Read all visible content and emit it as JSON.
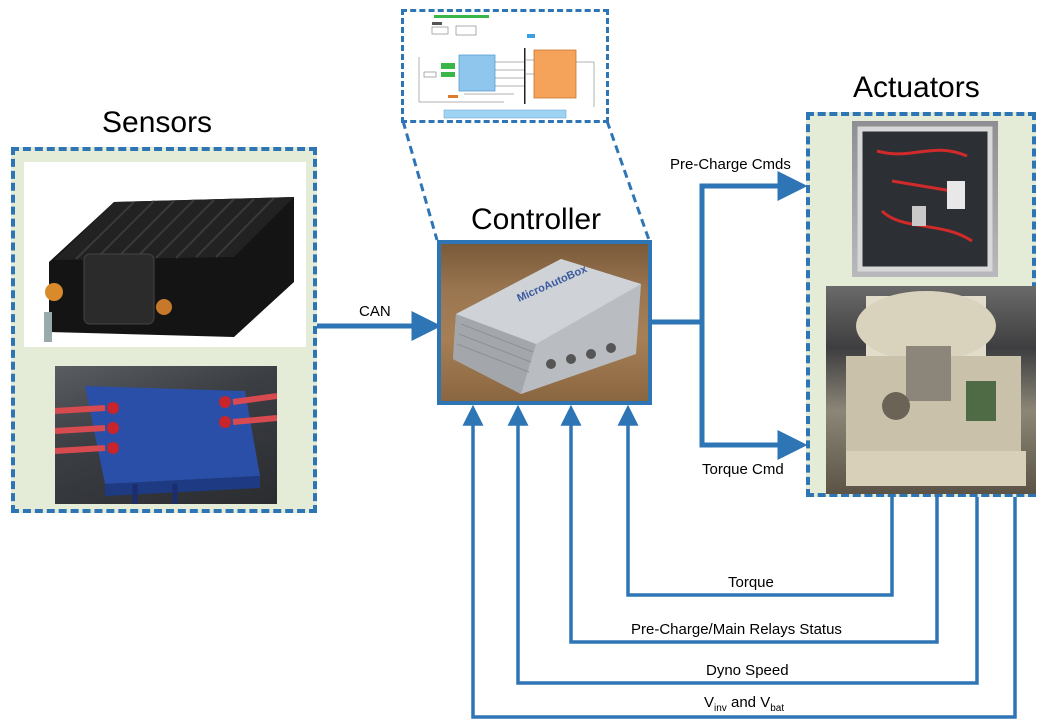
{
  "groups": {
    "sensors_title": "Sensors",
    "controller_title": "Controller",
    "actuators_title": "Actuators"
  },
  "controller_device_text": "MicroAutoBox",
  "signals": {
    "can": "CAN",
    "precharge_cmds": "Pre-Charge Cmds",
    "torque_cmd": "Torque Cmd",
    "torque": "Torque",
    "relays_status": "Pre-Charge/Main Relays Status",
    "dyno_speed": "Dyno Speed",
    "voltages": {
      "v1": "V",
      "v1_sub": "inv",
      "and": " and ",
      "v2": "V",
      "v2_sub": "bat"
    }
  },
  "colors": {
    "line": "#2e75b6",
    "panel_fill": "#e4ebd6",
    "simulink_blue": "#8fc6ee",
    "simulink_orange": "#f5a35a",
    "simulink_green": "#39b54a"
  }
}
